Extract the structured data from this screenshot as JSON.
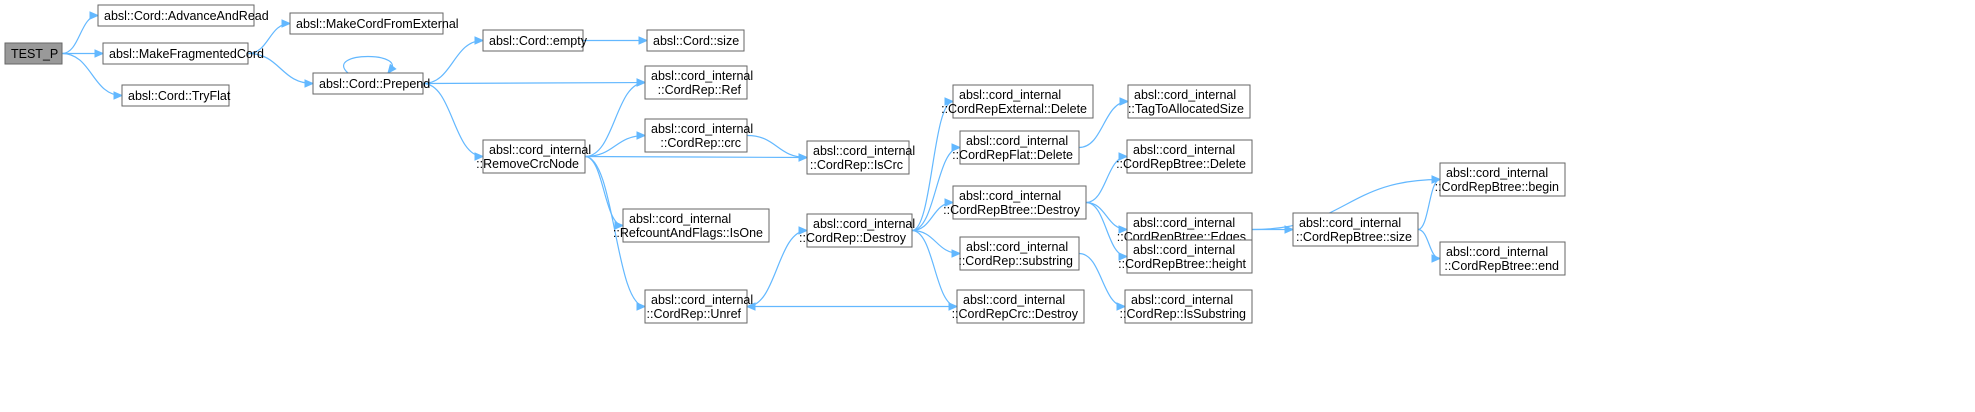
{
  "colors": {
    "edge": "#63b8ff",
    "node_border": "#666666",
    "root_fill": "#999999",
    "node_fill": "#ffffff"
  },
  "nodes": {
    "test_p": [
      "TEST_P"
    ],
    "advance_and_read": [
      "absl::Cord::AdvanceAndRead"
    ],
    "make_fragmented_cord": [
      "absl::MakeFragmentedCord"
    ],
    "try_flat": [
      "absl::Cord::TryFlat"
    ],
    "make_cord_from_external": [
      "absl::MakeCordFromExternal"
    ],
    "prepend": [
      "absl::Cord::Prepend"
    ],
    "empty": [
      "absl::Cord::empty"
    ],
    "size": [
      "absl::Cord::size"
    ],
    "remove_crc_node": [
      "absl::cord_internal",
      "::RemoveCrcNode"
    ],
    "cordrep_ref": [
      "absl::cord_internal",
      "::CordRep::Ref"
    ],
    "cordrep_crc": [
      "absl::cord_internal",
      "::CordRep::crc"
    ],
    "refcount_is_one": [
      "absl::cord_internal",
      "::RefcountAndFlags::IsOne"
    ],
    "cordrep_unref": [
      "absl::cord_internal",
      "::CordRep::Unref"
    ],
    "cordrep_iscrc": [
      "absl::cord_internal",
      "::CordRep::IsCrc"
    ],
    "cordrep_destroy": [
      "absl::cord_internal",
      "::CordRep::Destroy"
    ],
    "external_delete": [
      "absl::cord_internal",
      "::CordRepExternal::Delete"
    ],
    "flat_delete": [
      "absl::cord_internal",
      "::CordRepFlat::Delete"
    ],
    "btree_destroy": [
      "absl::cord_internal",
      "::CordRepBtree::Destroy"
    ],
    "cordrep_substring": [
      "absl::cord_internal",
      "::CordRep::substring"
    ],
    "crc_destroy": [
      "absl::cord_internal",
      "::CordRepCrc::Destroy"
    ],
    "tag_to_allocated_size": [
      "absl::cord_internal",
      "::TagToAllocatedSize"
    ],
    "btree_delete": [
      "absl::cord_internal",
      "::CordRepBtree::Delete"
    ],
    "btree_edges": [
      "absl::cord_internal",
      "::CordRepBtree::Edges"
    ],
    "btree_height": [
      "absl::cord_internal",
      "::CordRepBtree::height"
    ],
    "is_substring": [
      "absl::cord_internal",
      "::CordRep::IsSubstring"
    ],
    "btree_size": [
      "absl::cord_internal",
      "::CordRepBtree::size"
    ],
    "btree_begin": [
      "absl::cord_internal",
      "::CordRepBtree::begin"
    ],
    "btree_end": [
      "absl::cord_internal",
      "::CordRepBtree::end"
    ]
  },
  "edges": [
    [
      "test_p",
      "advance_and_read"
    ],
    [
      "test_p",
      "make_fragmented_cord"
    ],
    [
      "test_p",
      "try_flat"
    ],
    [
      "make_fragmented_cord",
      "make_cord_from_external"
    ],
    [
      "make_fragmented_cord",
      "prepend"
    ],
    [
      "prepend",
      "prepend"
    ],
    [
      "prepend",
      "empty"
    ],
    [
      "prepend",
      "cordrep_ref"
    ],
    [
      "prepend",
      "remove_crc_node"
    ],
    [
      "empty",
      "size"
    ],
    [
      "remove_crc_node",
      "cordrep_ref"
    ],
    [
      "remove_crc_node",
      "cordrep_crc"
    ],
    [
      "remove_crc_node",
      "cordrep_iscrc"
    ],
    [
      "remove_crc_node",
      "refcount_is_one"
    ],
    [
      "remove_crc_node",
      "cordrep_unref"
    ],
    [
      "cordrep_crc",
      "cordrep_iscrc"
    ],
    [
      "cordrep_unref",
      "cordrep_destroy"
    ],
    [
      "cordrep_destroy",
      "external_delete"
    ],
    [
      "cordrep_destroy",
      "flat_delete"
    ],
    [
      "cordrep_destroy",
      "btree_destroy"
    ],
    [
      "cordrep_destroy",
      "cordrep_substring"
    ],
    [
      "cordrep_destroy",
      "crc_destroy"
    ],
    [
      "crc_destroy",
      "cordrep_unref"
    ],
    [
      "flat_delete",
      "tag_to_allocated_size"
    ],
    [
      "btree_destroy",
      "btree_delete"
    ],
    [
      "btree_destroy",
      "btree_edges"
    ],
    [
      "btree_destroy",
      "btree_height"
    ],
    [
      "cordrep_substring",
      "is_substring"
    ],
    [
      "btree_edges",
      "btree_begin"
    ],
    [
      "btree_edges",
      "btree_size"
    ],
    [
      "btree_size",
      "btree_begin"
    ],
    [
      "btree_size",
      "btree_end"
    ]
  ]
}
